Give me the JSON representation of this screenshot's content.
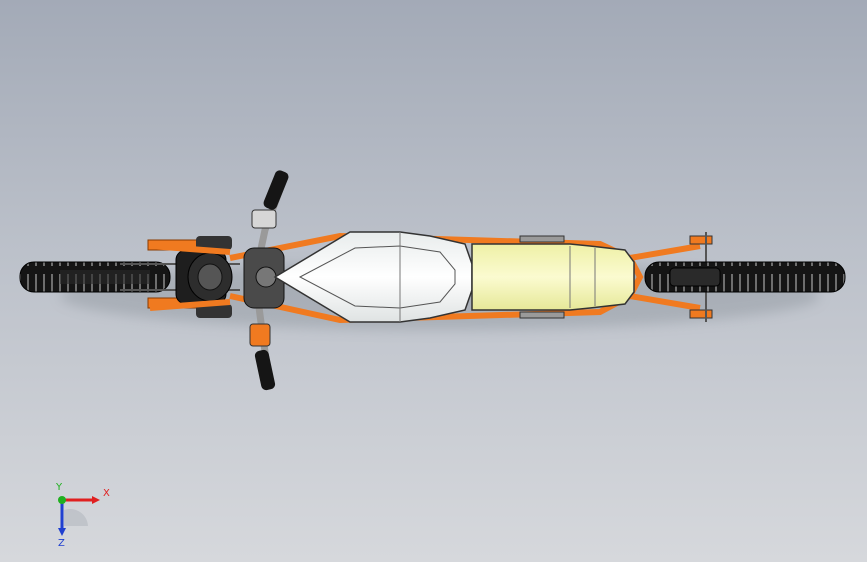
{
  "viewport": {
    "colors": {
      "background_top": "#a3aab7",
      "background_bottom": "#d6d8dc",
      "frame": "#f07a20",
      "tank": "#f4f6f6",
      "seat": "#f5f5b8",
      "tire": "#1a1a1a",
      "metal": "#9a9a9a"
    }
  },
  "model": {
    "name": "motorcycle-top-view",
    "parts": [
      "front-wheel",
      "handlebar",
      "headlight",
      "fuel-tank",
      "seat",
      "rear-wheel",
      "frame"
    ]
  },
  "triad": {
    "x_label": "X",
    "y_label": "Y",
    "z_label": "Z",
    "colors": {
      "x": "#e02020",
      "y": "#20b020",
      "z": "#2040d0"
    }
  }
}
